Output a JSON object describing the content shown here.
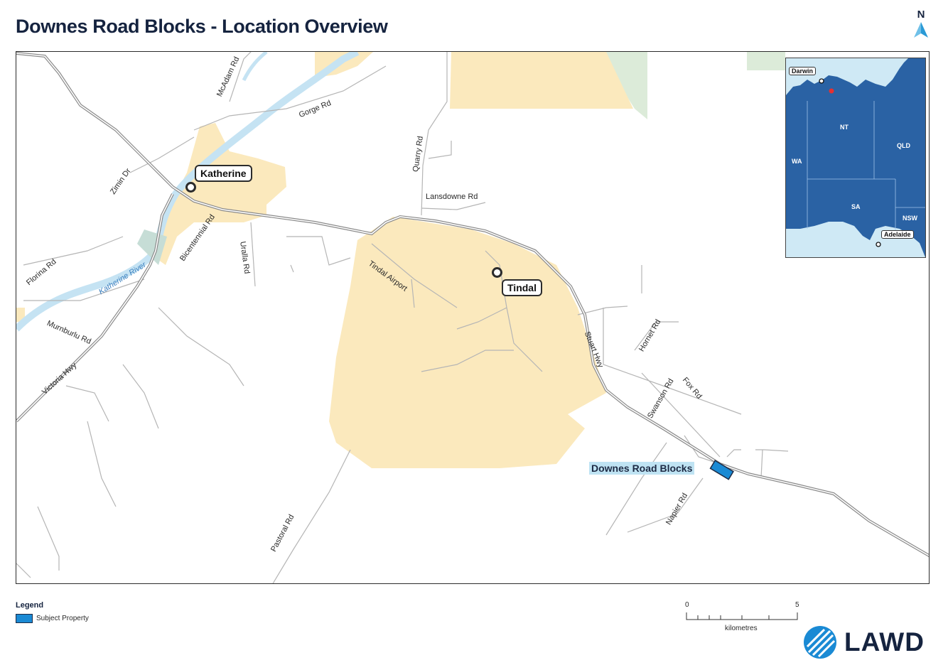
{
  "title": "Downes Road Blocks - Location Overview",
  "north": {
    "label": "N",
    "icon": "north-arrow-icon"
  },
  "map": {
    "colors": {
      "urban": "#fbe9bd",
      "river": "#c5e3f3",
      "water_area": "#c6ddd6",
      "road": "#b0b0b0",
      "highway": "#8a8a8a",
      "subject": "#1a8ad4",
      "green": "#dcebd9"
    },
    "towns": [
      {
        "name": "Katherine"
      },
      {
        "name": "Tindal"
      }
    ],
    "subject_label": "Downes Road Blocks",
    "roads": [
      "McAdam Rd",
      "Gorge Rd",
      "Zimin Dr",
      "Quarry Rd",
      "Lansdowne Rd",
      "Florina Rd",
      "Bicentennial Rd",
      "Uralla Rd",
      "Katherine River",
      "Tindal Airport",
      "Murnburlu Rd",
      "Victoria Hwy",
      "Stuart Hwy",
      "Hornet Rd",
      "Fox Rd",
      "Swanson Rd",
      "Napier Rd",
      "Pastoral Rd"
    ]
  },
  "inset": {
    "states": [
      "NT",
      "WA",
      "QLD",
      "SA",
      "NSW"
    ],
    "cities": [
      "Darwin",
      "Adelaide"
    ],
    "colors": {
      "land": "#2a62a4",
      "sea": "#cfe9f5",
      "marker": "#e63030"
    }
  },
  "legend": {
    "heading": "Legend",
    "items": [
      {
        "label": "Subject Property",
        "color": "#1a8ad4"
      }
    ]
  },
  "scale": {
    "start": "0",
    "end": "5",
    "unit": "kilometres"
  },
  "logo": {
    "text": "LAWD"
  }
}
